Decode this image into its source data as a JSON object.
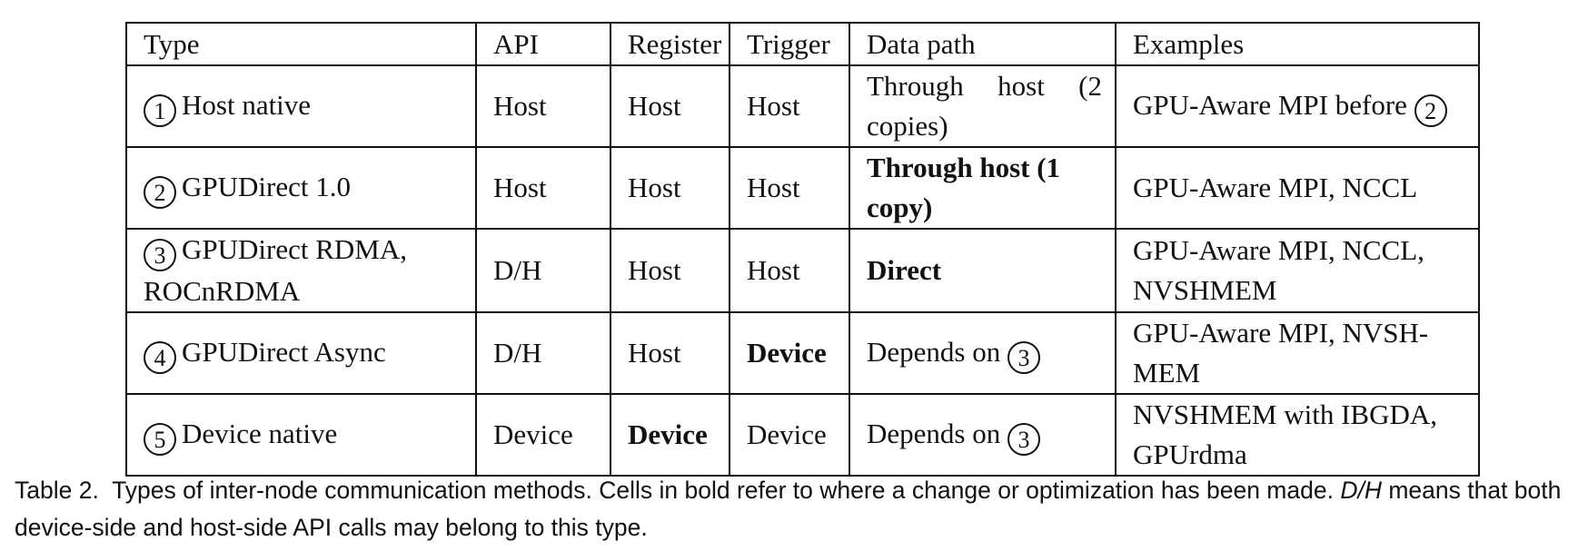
{
  "table": {
    "columns": [
      "Type",
      "API",
      "Register",
      "Trigger",
      "Data path",
      "Examples"
    ],
    "rows": [
      {
        "type_num": "1",
        "type_text": "Host native",
        "api": "Host",
        "register": "Host",
        "trigger": "Host",
        "data_path_text": "Through host (2 copies)",
        "examples_text": "GPU-Aware MPI before",
        "examples_ref": "2"
      },
      {
        "type_num": "2",
        "type_text": "GPUDirect 1.0",
        "api": "Host",
        "register": "Host",
        "trigger": "Host",
        "data_path_text": "Through host (1 copy)",
        "examples_text": "GPU-Aware MPI, NCCL"
      },
      {
        "type_num": "3",
        "type_text": "GPUDirect RDMA, ROCnRDMA",
        "api": "D/H",
        "register": "Host",
        "trigger": "Host",
        "data_path_text": "Direct",
        "examples_text": "GPU-Aware MPI, NCCL, NVSHMEM"
      },
      {
        "type_num": "4",
        "type_text": "GPUDirect Async",
        "api": "D/H",
        "register": "Host",
        "trigger": "Device",
        "data_path_text": "Depends on",
        "data_path_ref": "3",
        "examples_text": "GPU-Aware MPI, NVSH-MEM"
      },
      {
        "type_num": "5",
        "type_text": "Device native",
        "api": "Device",
        "register": "Device",
        "trigger": "Device",
        "data_path_text": "Depends on",
        "data_path_ref": "3",
        "examples_text": "NVSHMEM with IBGDA, GPUrdma"
      }
    ]
  },
  "caption": {
    "label": "Table 2.",
    "text_before": "Types of inter-node communication methods. Cells in bold refer to where a change or optimization has been made.",
    "italic_term": "D/H",
    "text_after": "means that both device-side and host-side API calls may belong to this type."
  }
}
